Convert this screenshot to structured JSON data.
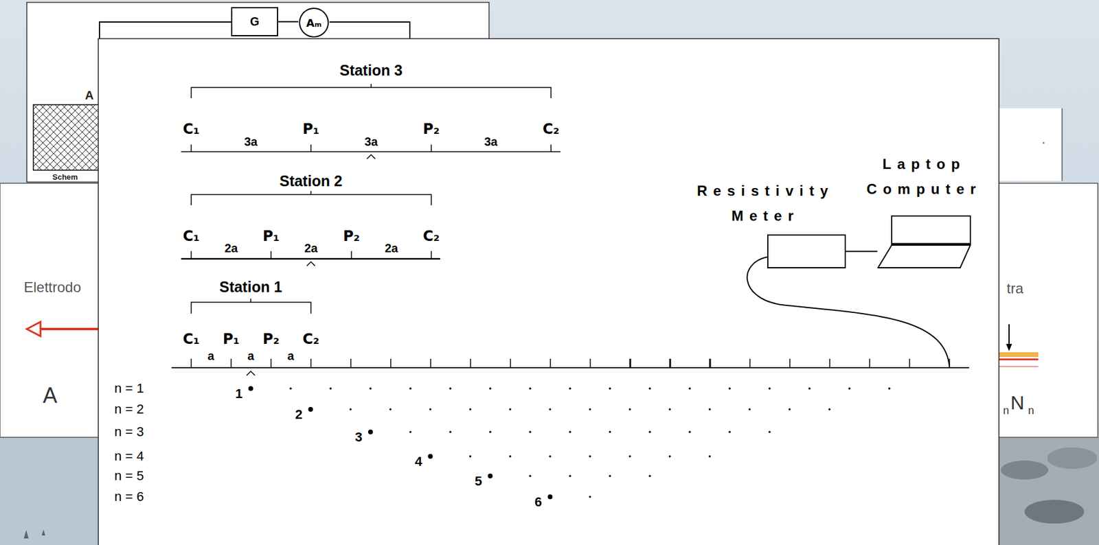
{
  "diagram": {
    "nodes": [
      {
        "text": [
          "G"
        ]
      },
      {
        "text": [
          "Aₘ"
        ]
      },
      {
        "text": [
          "Resistivity Meter"
        ]
      },
      {
        "text": [
          "Laptop Computer"
        ]
      }
    ],
    "edges": [
      {
        "from": 0,
        "to": 1,
        "arrow": "none"
      },
      {
        "from": 2,
        "to": 3,
        "arrow": "none"
      }
    ],
    "labels": [
      "A",
      "Schem",
      "Elettrodo",
      "A",
      "tra",
      "n",
      "N",
      "n",
      "Station 3",
      "C₁",
      "3a",
      "P₁",
      "3a",
      "P₂",
      "3a",
      "C₂",
      "Station 2",
      "C₁",
      "2a",
      "P₁",
      "2a",
      "P₂",
      "2a",
      "C₂",
      "Station 1",
      "C₁",
      "a",
      "P₁",
      "a",
      "P₂",
      "a",
      "C₂",
      "n = 1",
      "n = 2",
      "n = 3",
      "n = 4",
      "n = 5",
      "n = 6",
      "1",
      "2",
      "3",
      "4",
      "5",
      "6"
    ]
  }
}
